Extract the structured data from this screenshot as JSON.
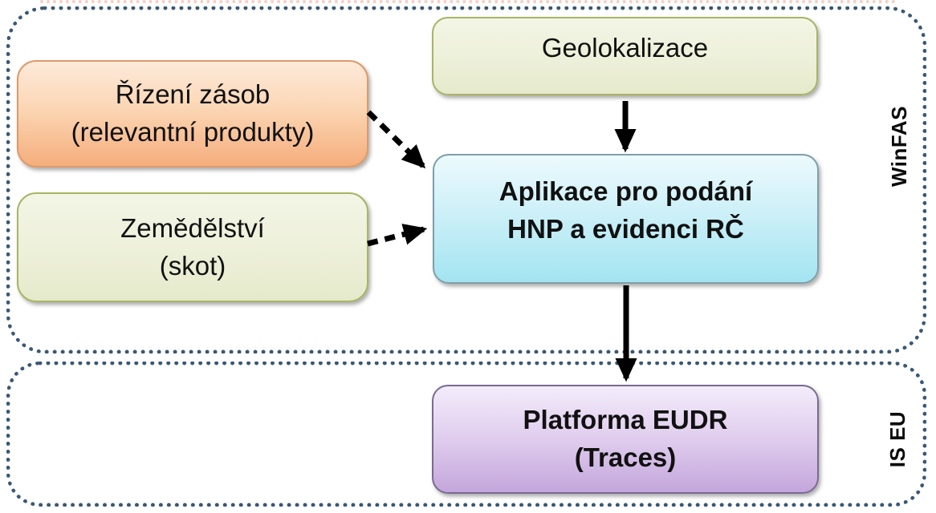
{
  "frames": {
    "winfas": {
      "label": "WinFAS"
    },
    "iseu": {
      "label": "IS EU"
    }
  },
  "boxes": {
    "rizeni_zasob": {
      "line1": "Řízení zásob",
      "line2": "(relevantní produkty)"
    },
    "zemedelstvi": {
      "line1": "Zemědělství",
      "line2": "(skot)"
    },
    "geolokalizace": {
      "line1": "Geolokalizace"
    },
    "aplikace": {
      "line1": "Aplikace pro podání",
      "line2": "HNP a evidenci RČ"
    },
    "platforma": {
      "line1": "Platforma EUDR",
      "line2": "(Traces)"
    }
  },
  "connections": [
    {
      "from": "Řízení zásob (relevantní produkty)",
      "to": "Aplikace pro podání HNP a evidenci RČ",
      "style": "dashed-arrow"
    },
    {
      "from": "Zemědělství (skot)",
      "to": "Aplikace pro podání HNP a evidenci RČ",
      "style": "dashed-arrow"
    },
    {
      "from": "Geolokalizace",
      "to": "Aplikace pro podání HNP a evidenci RČ",
      "style": "solid-arrow"
    },
    {
      "from": "Aplikace pro podání HNP a evidenci RČ",
      "to": "Platforma EUDR (Traces)",
      "style": "solid-arrow"
    }
  ],
  "colors": {
    "dotted_frame": "#3a5876",
    "orange_box_top": "#fdeada",
    "orange_box_bottom": "#f5ad7c",
    "orange_border": "#dd9a6a",
    "olive_box_top": "#f3f5e6",
    "olive_box_bottom": "#e6eacb",
    "olive_border": "#a9b464",
    "cyan_box_top": "#ecfafd",
    "cyan_box_bottom": "#a3e4f1",
    "cyan_border": "#7e9fab",
    "purple_box_top": "#f3ecfa",
    "purple_box_bottom": "#c3a6db",
    "purple_border": "#7a6a92",
    "arrow": "#000000",
    "text": "#111111"
  }
}
